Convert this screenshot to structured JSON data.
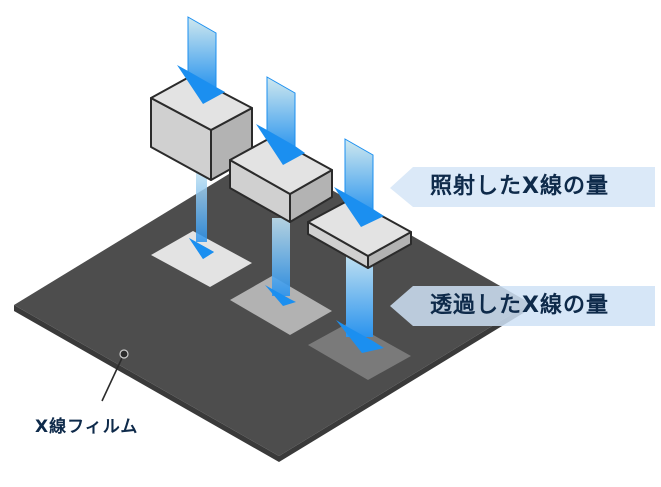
{
  "labels": {
    "irradiated": "照射したX線の量",
    "transmitted": "透過したX線の量",
    "film": "X線フィルム"
  },
  "colors": {
    "film_top": "#4d4d4d",
    "film_edge": "#3a3a3a",
    "box_top": "#e3e3e3",
    "box_left": "#d0d0d0",
    "box_right": "#b3b3b3",
    "box_stroke": "#2b2b2b",
    "arrow_blue": "#1b8ff0",
    "arrow_light": "#cce6ee",
    "label_bg": "#dbe9f8",
    "label_text": "#0e2a4a",
    "exposure_1": "#e3e3e3",
    "exposure_2": "#b2b2b2",
    "exposure_3": "#7a7a7a"
  },
  "icons": {
    "callout": "leader-line-dot-icon",
    "incident_arrow": "down-arrow-icon",
    "transmitted_arrow": "down-arrow-icon"
  }
}
